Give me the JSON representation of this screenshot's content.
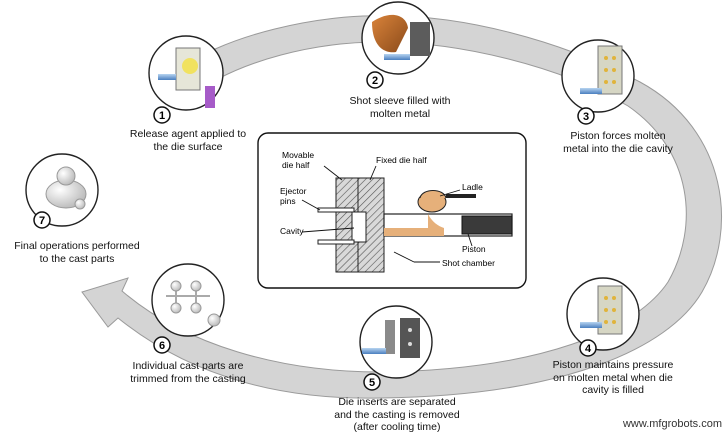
{
  "steps": [
    {
      "number": "1",
      "lines": [
        "Release agent applied to",
        "the die surface"
      ],
      "icon": "spray-die-icon"
    },
    {
      "number": "2",
      "lines": [
        "Shot sleeve filled with",
        "molten metal"
      ],
      "icon": "ladle-pour-icon"
    },
    {
      "number": "3",
      "lines": [
        "Piston forces molten",
        "metal into the die cavity"
      ],
      "icon": "die-injection-icon"
    },
    {
      "number": "4",
      "lines": [
        "Piston maintains pressure",
        "on molten metal when die",
        "cavity is filled"
      ],
      "icon": "die-pressure-icon"
    },
    {
      "number": "5",
      "lines": [
        "Die inserts are separated",
        "and the casting is removed",
        "(after cooling time)"
      ],
      "icon": "die-open-icon"
    },
    {
      "number": "6",
      "lines": [
        "Individual cast parts are",
        "trimmed from the casting"
      ],
      "icon": "casting-tree-icon"
    },
    {
      "number": "7",
      "lines": [
        "Final operations performed",
        "to the cast parts"
      ],
      "icon": "cast-part-icon"
    }
  ],
  "center_diagram": {
    "labels": {
      "movable_die": [
        "Movable",
        "die half"
      ],
      "fixed_die": "Fixed die half",
      "ejector_pins": [
        "Ejector",
        "pins"
      ],
      "cavity": "Cavity",
      "ladle": "Ladle",
      "piston": "Piston",
      "shot_chamber": "Shot chamber"
    }
  },
  "watermark": "www.mfgrobots.com",
  "colors": {
    "arrow_fill": "#d4d4d4",
    "arrow_stroke": "#9a9a9a",
    "molten_metal": "#e6b07a",
    "die_hatch": "#555555",
    "number_badge": "#ffffff"
  }
}
